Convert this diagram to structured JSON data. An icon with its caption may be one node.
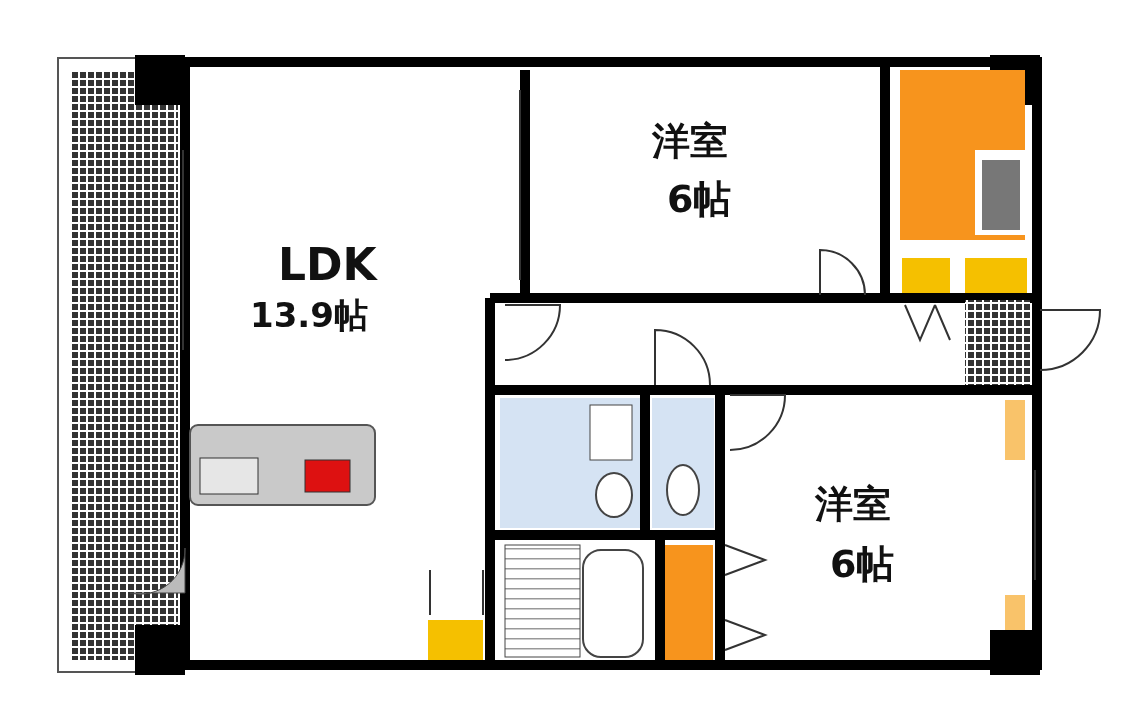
{
  "diagram": {
    "nodes": [
      {
        "text": [
          "LDK",
          "13.9帖"
        ]
      },
      {
        "text": [
          "洋室",
          "6帖"
        ]
      },
      {
        "text": [
          "洋室",
          "6帖"
        ]
      }
    ]
  }
}
